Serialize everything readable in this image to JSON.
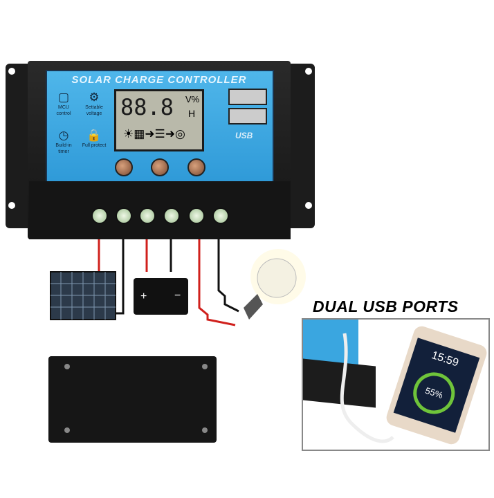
{
  "controller": {
    "title": "SOLAR CHARGE CONTROLLER",
    "features": [
      {
        "icon": "chip-icon",
        "label": "MCU control"
      },
      {
        "icon": "gear-icon",
        "label": "Settable voltage"
      },
      {
        "icon": "clock-icon",
        "label": "Build-in timer"
      },
      {
        "icon": "lock-icon",
        "label": "Full protect"
      }
    ],
    "lcd": {
      "digits": "88.8",
      "units_top": "V%",
      "units_bottom": "H"
    },
    "usb_label": "USB"
  },
  "inset": {
    "heading": "DUAL USB PORTS",
    "phone_time": "15:59",
    "phone_battery": "55%"
  }
}
